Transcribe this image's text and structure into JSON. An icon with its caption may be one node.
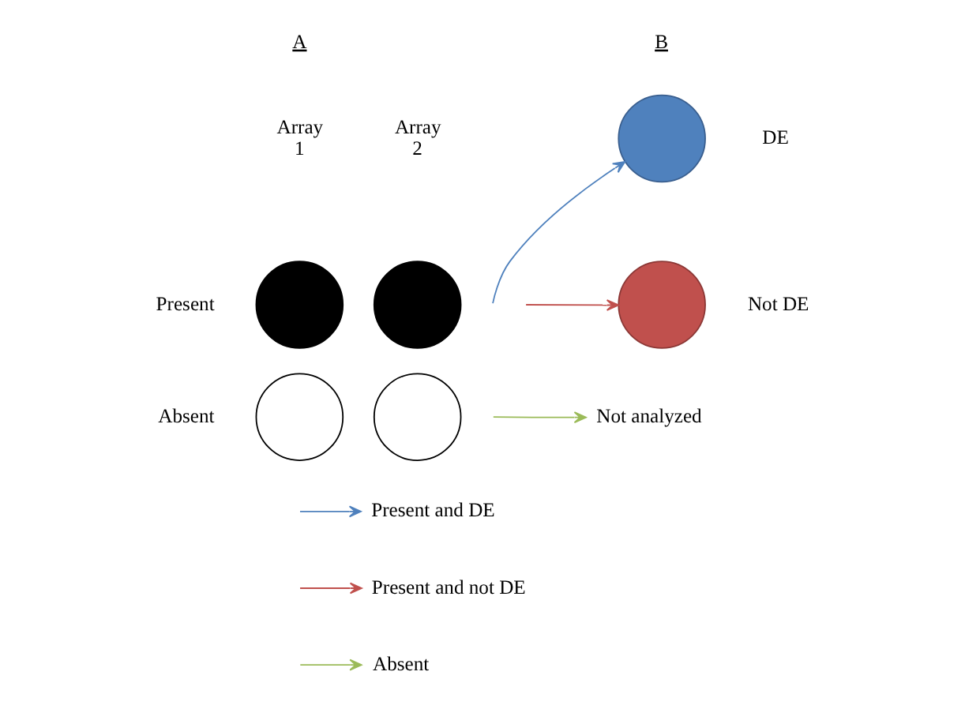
{
  "diagram": {
    "nodes": [
      {
        "text": [],
        "shape": "circle"
      },
      {
        "text": [],
        "shape": "circle"
      },
      {
        "text": [],
        "shape": "circle"
      },
      {
        "text": [],
        "shape": "circle"
      },
      {
        "text": [],
        "shape": "circle",
        "beside": [
          "DE"
        ]
      },
      {
        "text": [],
        "shape": "circle",
        "beside": [
          "Not DE"
        ]
      },
      {
        "text": [
          "Not analyzed"
        ]
      }
    ],
    "edges": [
      {
        "from": null,
        "to": 4,
        "arrow": "to",
        "color": "#4f81bd"
      },
      {
        "from": null,
        "to": 5,
        "arrow": "to",
        "color": "#c0504d"
      },
      {
        "from": null,
        "to": 6,
        "arrow": "to",
        "color": "#9bbb59"
      }
    ],
    "labels": [
      "A",
      "B",
      "Array 1",
      "Array 2",
      "Present",
      "Absent"
    ],
    "legend": [
      {
        "text": "Present and DE"
      },
      {
        "text": "Present and not DE"
      },
      {
        "text": "Absent"
      }
    ]
  }
}
